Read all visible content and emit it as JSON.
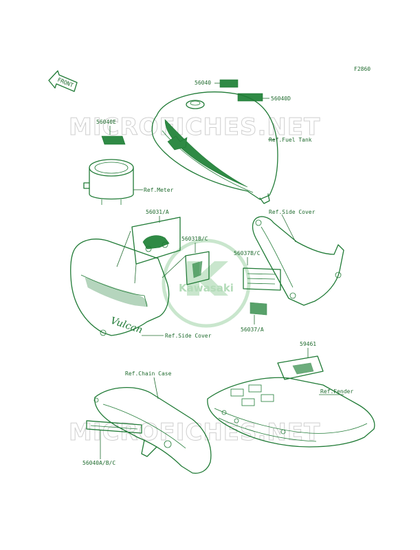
{
  "figure_code": "F2860",
  "front_label": "FRONT",
  "watermark": "MICROFICHES.NET",
  "brand_logo_text": "Kawasaki",
  "tank_brand_text": "Vulcan",
  "labels": {
    "p56040": "56040",
    "p56040D": "56040D",
    "p56040E": "56040E",
    "ref_fuel_tank": "Ref.Fuel Tank",
    "ref_meter": "Ref.Meter",
    "p56031A": "56031/A",
    "ref_side_cover_r": "Ref.Side Cover",
    "p56031BC": "56031B/C",
    "p56037BC": "56037B/C",
    "p56037A": "56037/A",
    "ref_side_cover_l": "Ref.Side Cover",
    "p59461": "59461",
    "ref_chain_case": "Ref.Chain Case",
    "ref_fender": "Ref.Fender",
    "p56040ABC": "56040A/B/C"
  },
  "colors": {
    "line": "#1f7a35",
    "text": "#1f6b2e",
    "watermark": "#cfcfcf"
  }
}
